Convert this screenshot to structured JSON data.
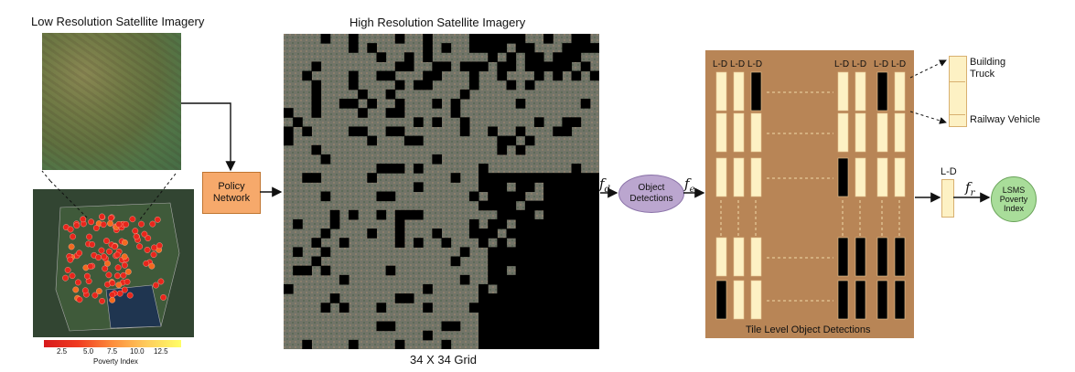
{
  "titles": {
    "low_res": "Low Resolution Satellite Imagery",
    "high_res": "High Resolution Satellite Imagery",
    "grid": "34 X 34 Grid",
    "tile_level": "Tile Level Object Detections"
  },
  "nodes": {
    "policy_network": "Policy Network",
    "object_detections": "Object Detections",
    "lsms": "LSMS Poverty Index"
  },
  "math": {
    "fd": "f",
    "fd_sub": "d",
    "fe": "f",
    "fe_sub": "e",
    "fr": "f",
    "fr_sub": "r"
  },
  "column_label": "L-D",
  "output_label": "L-D",
  "classes": [
    "Building",
    "Truck",
    "Railway Vehicle"
  ],
  "colorbar": {
    "label": "Poverty Index",
    "ticks": [
      "2.5",
      "5.0",
      "7.5",
      "10.0",
      "12.5"
    ],
    "colors": [
      "#d7191c",
      "#f03b20",
      "#fd8d3c",
      "#fecc5c",
      "#ffff66"
    ]
  },
  "colors": {
    "tile_on": "#fdf1c4",
    "tile_off": "#000000",
    "panel": "#b88556",
    "policy": "#f6a96b",
    "object": "#bba6cf",
    "lsms": "#a9dd9a"
  }
}
